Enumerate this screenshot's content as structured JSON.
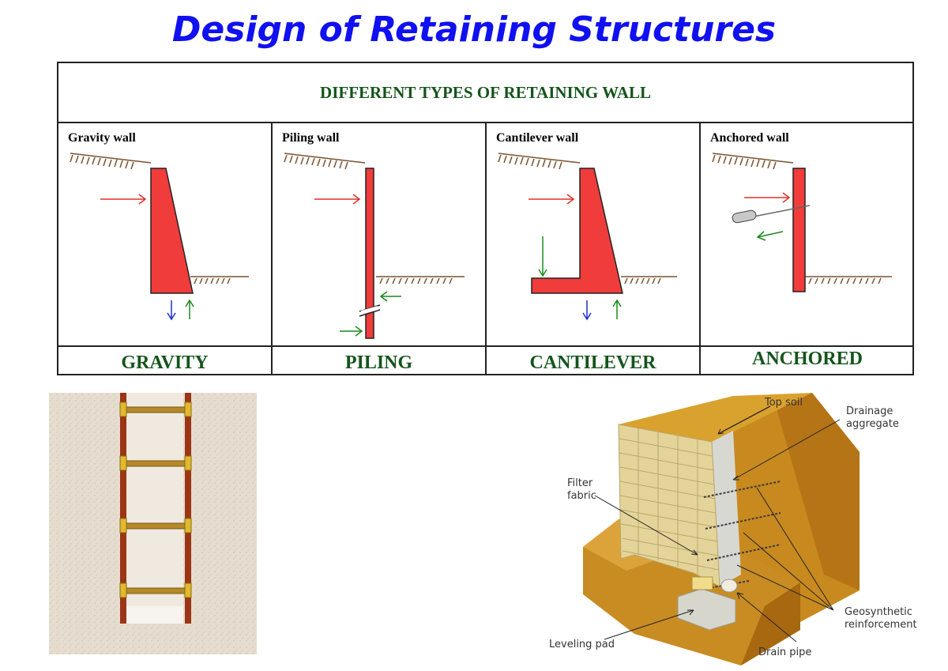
{
  "title": "Design of Retaining Structures",
  "table": {
    "heading": "DIFFERENT TYPES OF RETAINING WALL",
    "walls": [
      {
        "title": "Gravity wall",
        "label": "GRAVITY"
      },
      {
        "title": "Piling wall",
        "label": "PILING"
      },
      {
        "title": "Cantilever wall",
        "label": "CANTILEVER"
      },
      {
        "title": "Anchored wall",
        "label": "ANCHORED"
      }
    ]
  },
  "colors": {
    "wall": "#f03c3a",
    "earth_pressure_arrow": "#e0302a",
    "reaction_arrow": "#1a8a1a",
    "downward_arrow": "#1a2fd0",
    "ground_line": "#7a5230",
    "heading_text": "#15541c",
    "title_text": "#1010f0"
  },
  "drawing": {
    "labels": {
      "top_soil": "Top soil",
      "drainage_line1": "Drainage",
      "drainage_line2": "aggregate",
      "filter_line1": "Filter",
      "filter_line2": "fabric",
      "geo_line1": "Geosynthetic",
      "geo_line2": "reinforcement",
      "leveling_pad": "Leveling pad",
      "drain_pipe": "Drain pipe"
    }
  }
}
